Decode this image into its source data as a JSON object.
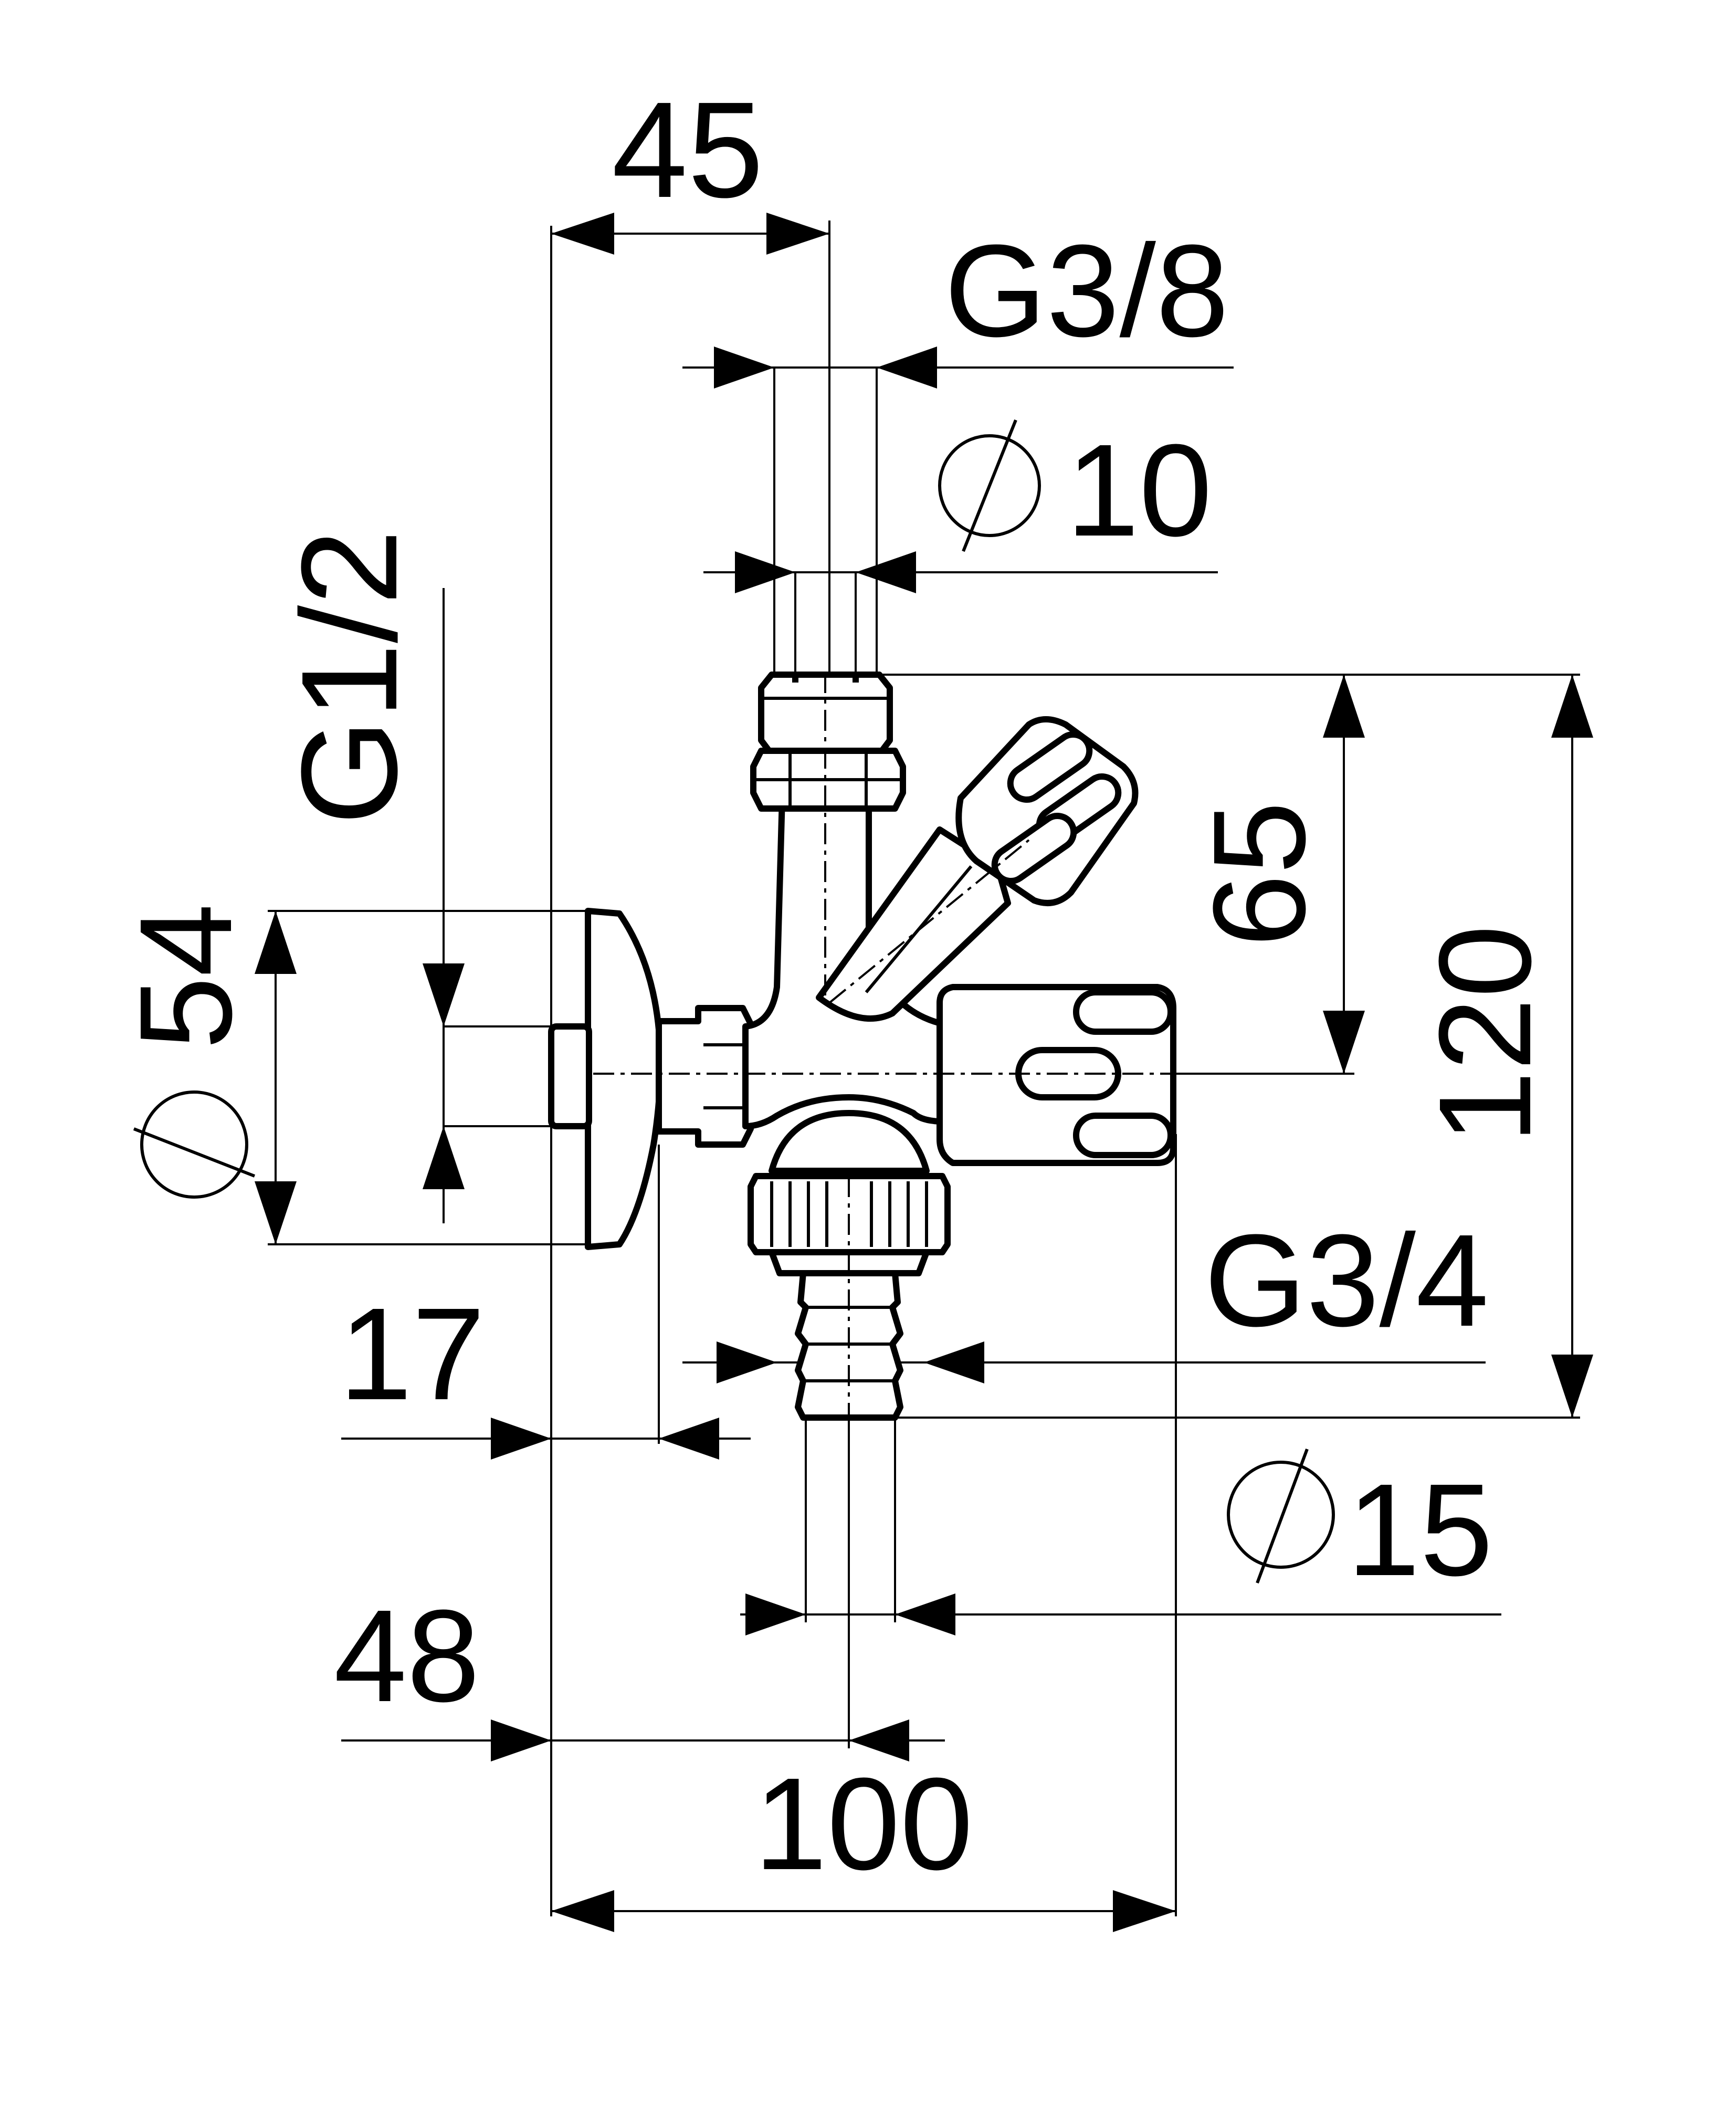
{
  "dimensions": {
    "d45": "45",
    "g38": "G3/8",
    "d10": "10",
    "g12": "G1/2",
    "d65": "65",
    "d54": "54",
    "d120": "120",
    "g34": "G3/4",
    "d17": "17",
    "d15": "15",
    "d48": "48",
    "d100": "100"
  },
  "colors": {
    "line": "#000000",
    "background": "#ffffff"
  }
}
